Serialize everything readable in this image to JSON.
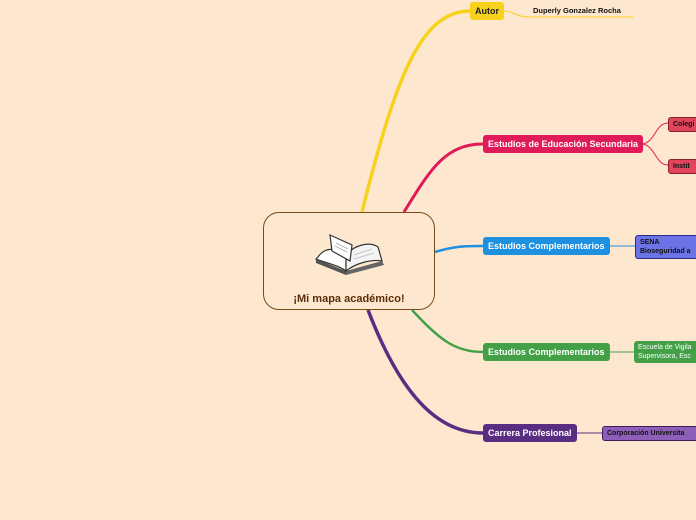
{
  "central": {
    "title": "¡Mi mapa académico!",
    "icon": "open-book-icon"
  },
  "branches": {
    "autor": {
      "label": "Autor",
      "color": "#f7d21c",
      "child": "Duperly Gonzalez Rocha"
    },
    "secundaria": {
      "label": "Estudios de Educación Secundaria",
      "color": "#e01b5a",
      "children": [
        "Colegi",
        "Instit"
      ]
    },
    "complementarios1": {
      "label": "Estudios Complementarios",
      "color": "#1e90e0",
      "child_line1": "SENA",
      "child_line2": "Bioseguridad a"
    },
    "complementarios2": {
      "label": "Estudios Complementarios",
      "color": "#43a047",
      "child_line1": "Escuela de Vigila",
      "child_line2": "Supervisora, Esc"
    },
    "carrera": {
      "label": "Carrera Profesional",
      "color": "#5b2d82",
      "child": "Corporación Universita"
    }
  }
}
